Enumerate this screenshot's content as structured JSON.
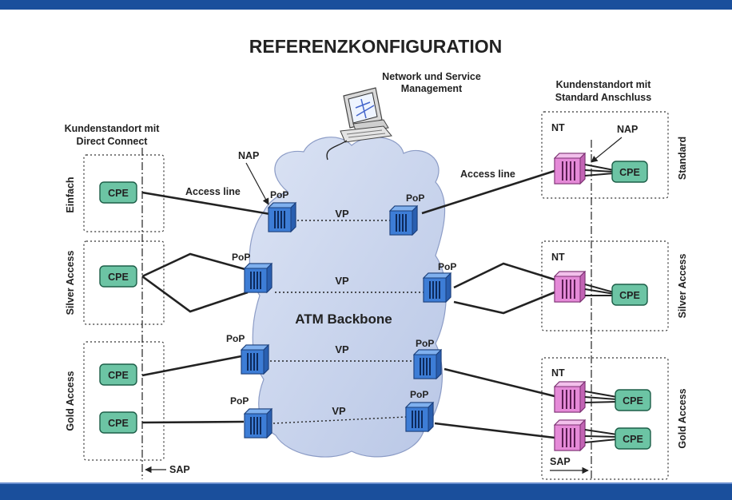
{
  "title": "REFERENZKONFIGURATION",
  "nms_line1": "Network und Service",
  "nms_line2": "Management",
  "left_site_line1": "Kundenstandort mit",
  "left_site_line2": "Direct Connect",
  "right_site_line1": "Kundenstandort mit",
  "right_site_line2": "Standard Anschluss",
  "backbone": "ATM Backbone",
  "pop": "PoP",
  "vp": "VP",
  "cpe": "CPE",
  "nt": "NT",
  "nap": "NAP",
  "sap": "SAP",
  "access_line": "Access line",
  "left_tiers": {
    "einfach": "Einfach",
    "silver": "Silver Access",
    "gold": "Gold Access"
  },
  "right_tiers": {
    "standard": "Standard",
    "silver": "Silver Access",
    "gold": "Gold Access"
  },
  "colors": {
    "frame_blue": "#1a4f9c",
    "cpe_fill": "#6cc4a4",
    "pop_blue": "#3d7dd6",
    "nt_pink": "#e58ad8",
    "cloud": "#c8d4ec"
  }
}
